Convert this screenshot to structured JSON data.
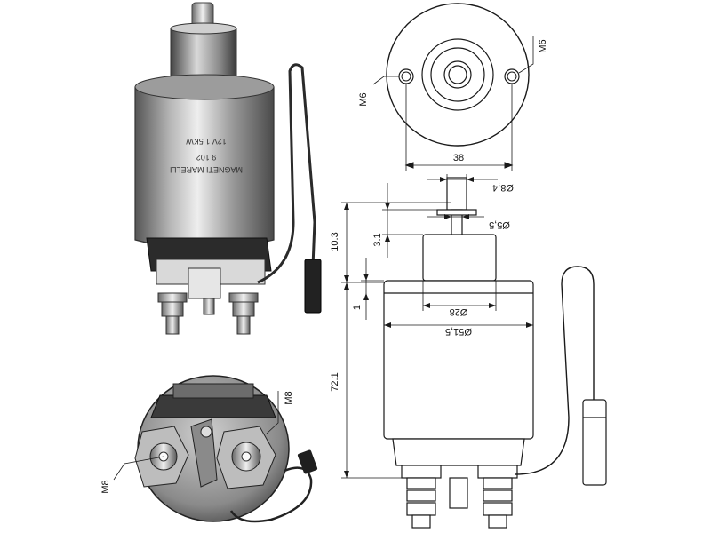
{
  "colors": {
    "line": "#1a1a1a",
    "metal_dark": "#5c5c5c",
    "metal_mid": "#a9a9a9",
    "metal_light": "#ececec",
    "black_part": "#2a2a2a"
  },
  "photo_body": {
    "stamp_lines": [
      "MAGNETI MARELLI",
      "9 102",
      "12V 1.5KW"
    ]
  },
  "dimensions": {
    "m6_left": "M6",
    "m6_right": "M6",
    "bolt_spacing": "38",
    "plunger_diameter": "Ø8,4",
    "shaft_diameter": "Ø5,5",
    "plunger_travel": "10.3",
    "plunger_step": "3.1",
    "gap": "1",
    "collar_diameter": "Ø28",
    "body_diameter": "Ø51,5",
    "body_length": "72.1",
    "m8_left": "M8",
    "m8_right": "M8"
  }
}
